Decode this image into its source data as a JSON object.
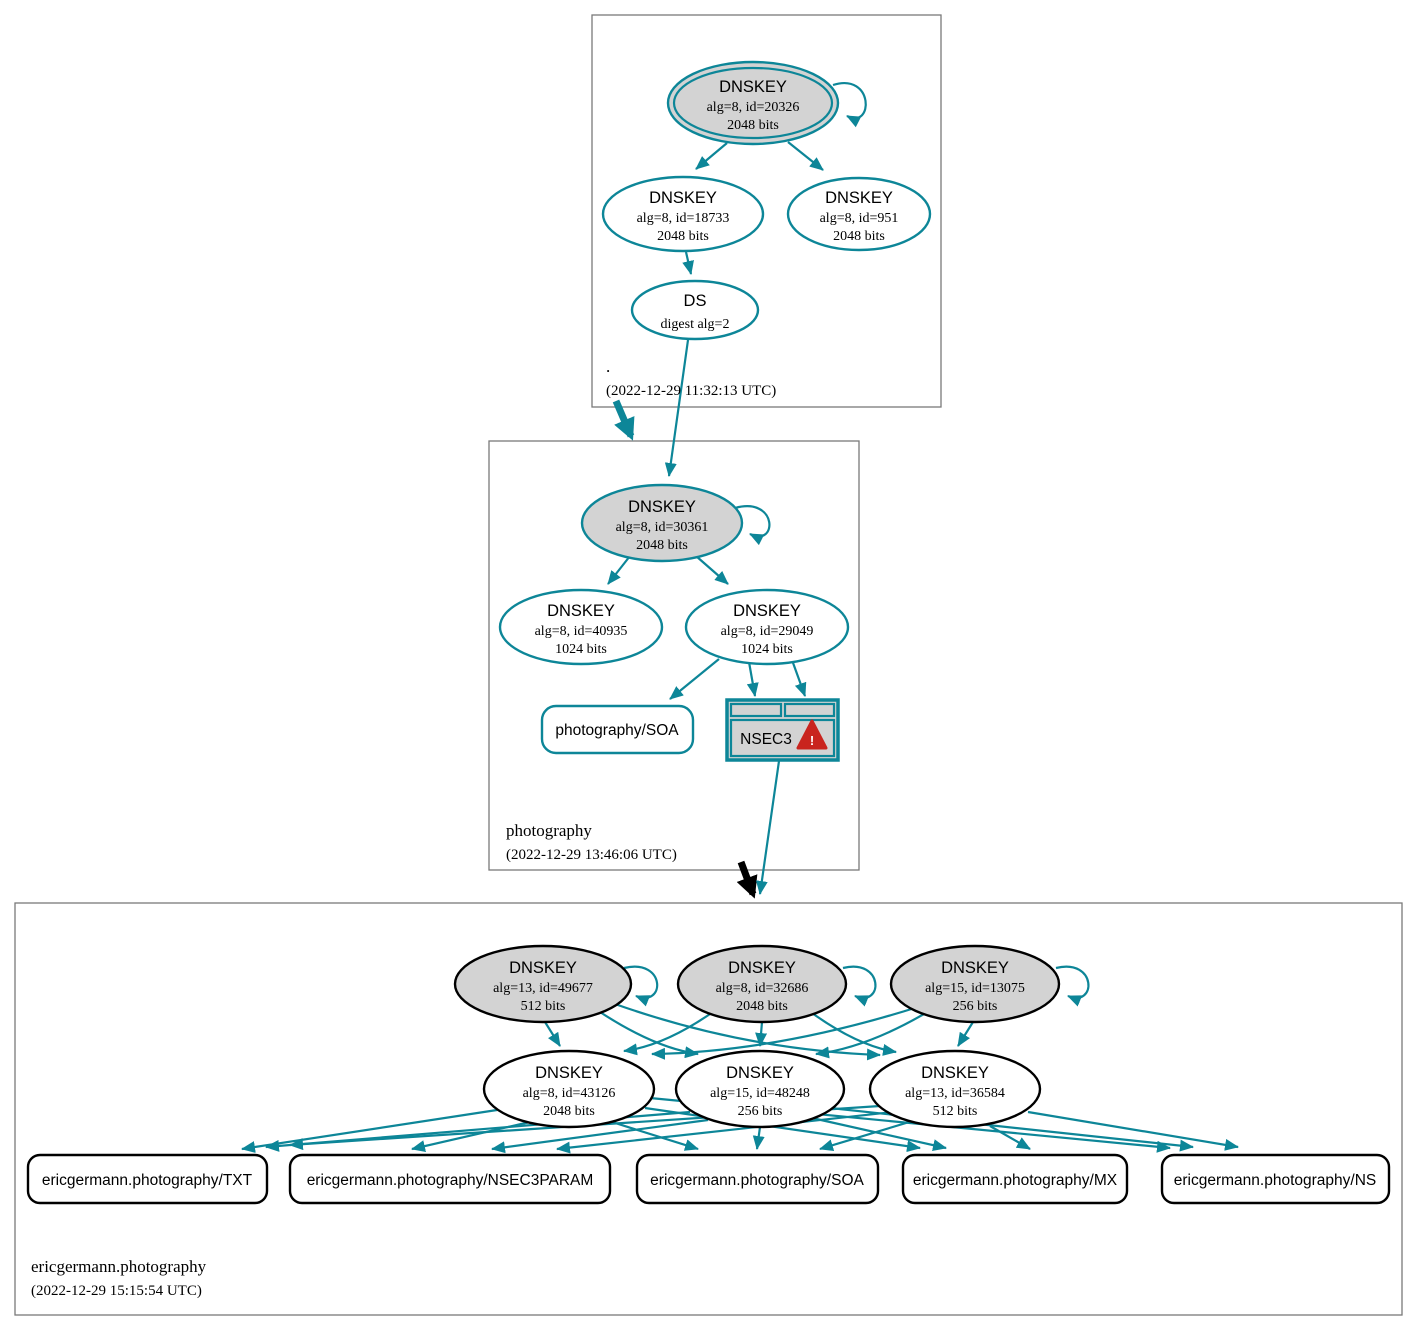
{
  "colors": {
    "edge_teal": "#0d8698",
    "node_fill_gray": "#d3d3d3",
    "node_stroke_black": "#000000",
    "warning_red": "#c9241e",
    "zone_box_border": "#7a7a7a"
  },
  "zones": [
    {
      "name": ".",
      "timestamp": "(2022-12-29 11:32:13 UTC)",
      "nodes": {
        "ksk": {
          "title": "DNSKEY",
          "alg": "alg=8, id=20326",
          "bits": "2048 bits"
        },
        "zsk_a": {
          "title": "DNSKEY",
          "alg": "alg=8, id=18733",
          "bits": "2048 bits"
        },
        "zsk_b": {
          "title": "DNSKEY",
          "alg": "alg=8, id=951",
          "bits": "2048 bits"
        },
        "ds": {
          "title": "DS",
          "detail": "digest alg=2"
        }
      }
    },
    {
      "name": "photography",
      "timestamp": "(2022-12-29 13:46:06 UTC)",
      "nodes": {
        "ksk": {
          "title": "DNSKEY",
          "alg": "alg=8, id=30361",
          "bits": "2048 bits"
        },
        "zsk_a": {
          "title": "DNSKEY",
          "alg": "alg=8, id=40935",
          "bits": "1024 bits"
        },
        "zsk_b": {
          "title": "DNSKEY",
          "alg": "alg=8, id=29049",
          "bits": "1024 bits"
        },
        "soa": {
          "label": "photography/SOA"
        },
        "nsec3": {
          "label": "NSEC3",
          "warning_mark": "!"
        }
      }
    },
    {
      "name": "ericgermann.photography",
      "timestamp": "(2022-12-29 15:15:54 UTC)",
      "nodes": {
        "ksk_a": {
          "title": "DNSKEY",
          "alg": "alg=13, id=49677",
          "bits": "512 bits"
        },
        "ksk_b": {
          "title": "DNSKEY",
          "alg": "alg=8, id=32686",
          "bits": "2048 bits"
        },
        "ksk_c": {
          "title": "DNSKEY",
          "alg": "alg=15, id=13075",
          "bits": "256 bits"
        },
        "zsk_a": {
          "title": "DNSKEY",
          "alg": "alg=8, id=43126",
          "bits": "2048 bits"
        },
        "zsk_b": {
          "title": "DNSKEY",
          "alg": "alg=15, id=48248",
          "bits": "256 bits"
        },
        "zsk_c": {
          "title": "DNSKEY",
          "alg": "alg=13, id=36584",
          "bits": "512 bits"
        },
        "records": [
          {
            "label": "ericgermann.photography/TXT"
          },
          {
            "label": "ericgermann.photography/NSEC3PARAM"
          },
          {
            "label": "ericgermann.photography/SOA"
          },
          {
            "label": "ericgermann.photography/MX"
          },
          {
            "label": "ericgermann.photography/NS"
          }
        ]
      }
    }
  ]
}
